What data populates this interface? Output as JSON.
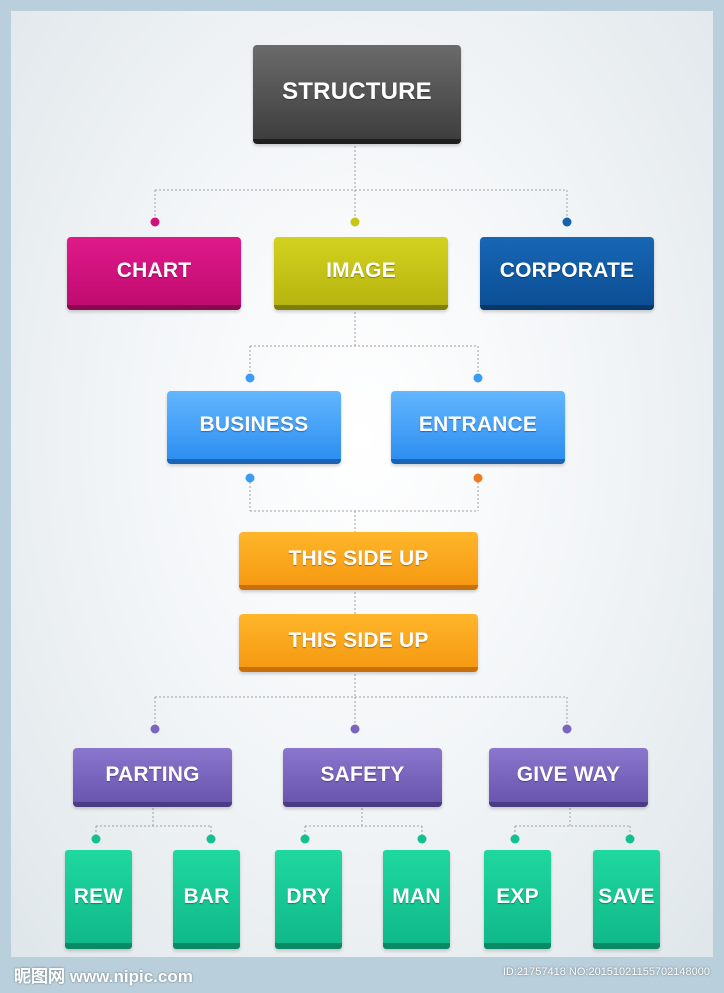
{
  "nodes": {
    "root": "STRUCTURE",
    "chart": "CHART",
    "image": "IMAGE",
    "corporate": "CORPORATE",
    "business": "BUSINESS",
    "entrance": "ENTRANCE",
    "side_up_1": "THIS SIDE UP",
    "side_up_2": "THIS SIDE UP",
    "parting": "PARTING",
    "safety": "SAFETY",
    "give_way": "GIVE WAY",
    "rew": "REW",
    "bar": "BAR",
    "dry": "DRY",
    "man": "MAN",
    "exp": "EXP",
    "save": "SAVE"
  },
  "colors": {
    "chart": "#d0107c",
    "image": "#c8c615",
    "corporate": "#1262ad",
    "business": "#3a9cf5",
    "entrance": "#f07a1e",
    "purple": "#7a65bf",
    "green": "#12c090",
    "connector": "#9a9a9a"
  },
  "watermark": {
    "site": "昵图网 www.nipic.com",
    "id": "ID:21757418 NO:20151021155702148000"
  }
}
